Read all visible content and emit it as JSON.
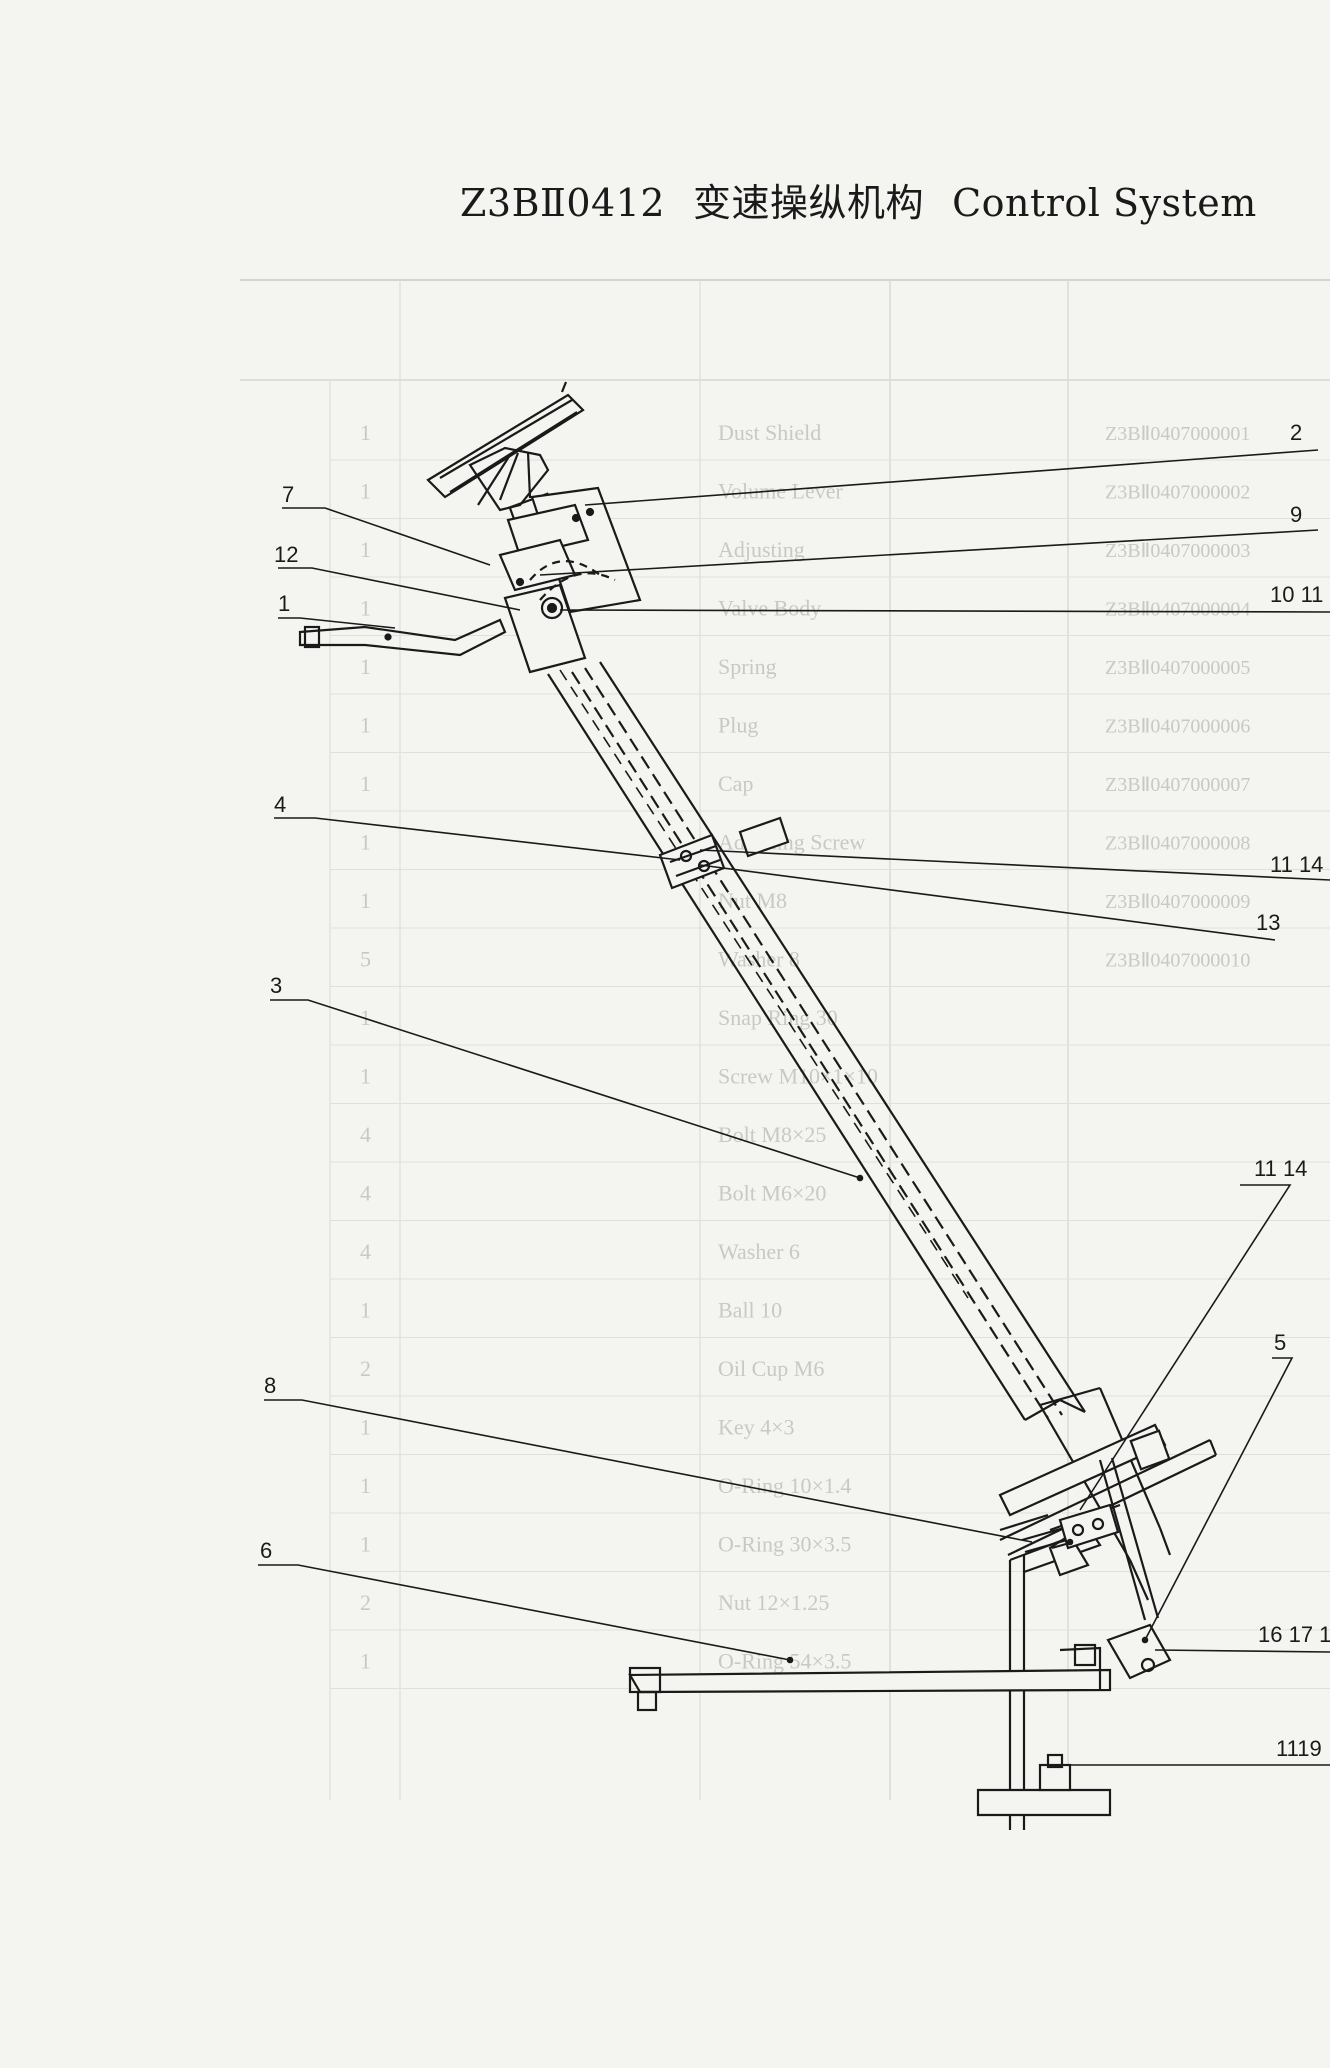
{
  "title": {
    "code": "Z3BⅡ0412",
    "chinese": "变速操纵机构",
    "english": "Control System"
  },
  "table_ghost": {
    "rows": [
      [
        "Dust Shield",
        "1"
      ],
      [
        "Volume Lever",
        "1"
      ],
      [
        "Adjusting",
        "1"
      ],
      [
        "Valve Body",
        "1"
      ],
      [
        "Spring",
        "1"
      ],
      [
        "Plug",
        "1"
      ],
      [
        "Cap",
        "1"
      ],
      [
        "Adjusting Screw",
        "1"
      ],
      [
        "Nut M8",
        "1"
      ],
      [
        "Washer 8",
        "5"
      ],
      [
        "Snap Ring 30",
        "1"
      ],
      [
        "Screw M10×1×10",
        "1"
      ],
      [
        "Bolt M8×25",
        "4"
      ],
      [
        "Bolt M6×20",
        "4"
      ],
      [
        "Washer 6",
        "4"
      ],
      [
        "Ball 10",
        "1"
      ],
      [
        "Oil Cup M6",
        "2"
      ],
      [
        "Key 4×3",
        "1"
      ],
      [
        "O-Ring 10×1.4",
        "1"
      ],
      [
        "O-Ring 30×3.5",
        "1"
      ],
      [
        "Nut 12×1.25",
        "2"
      ],
      [
        "O-Ring 54×3.5",
        "1"
      ]
    ],
    "codes": [
      "Z3BⅡ0407000001",
      "Z3BⅡ0407000002",
      "Z3BⅡ0407000003",
      "Z3BⅡ0407000004",
      "Z3BⅡ0407000005",
      "Z3BⅡ0407000006",
      "Z3BⅡ0407000007",
      "Z3BⅡ0407000008",
      "Z3BⅡ0407000009",
      "Z3BⅡ0407000010"
    ]
  },
  "callouts": {
    "c2": "2",
    "c9": "9",
    "c1011": "10 11",
    "c7": "7",
    "c12": "12",
    "c1": "1",
    "c4": "4",
    "c1114a": "11 14",
    "c13": "13",
    "c3": "3",
    "c1114b": "11 14",
    "c5": "5",
    "c8": "8",
    "c6": "6",
    "c1617": "16 17 1",
    "c1119": "1119"
  },
  "colors": {
    "ink": "#1a1a1a",
    "ghost": "#c8c8c4",
    "paper": "#f4f4f1"
  }
}
